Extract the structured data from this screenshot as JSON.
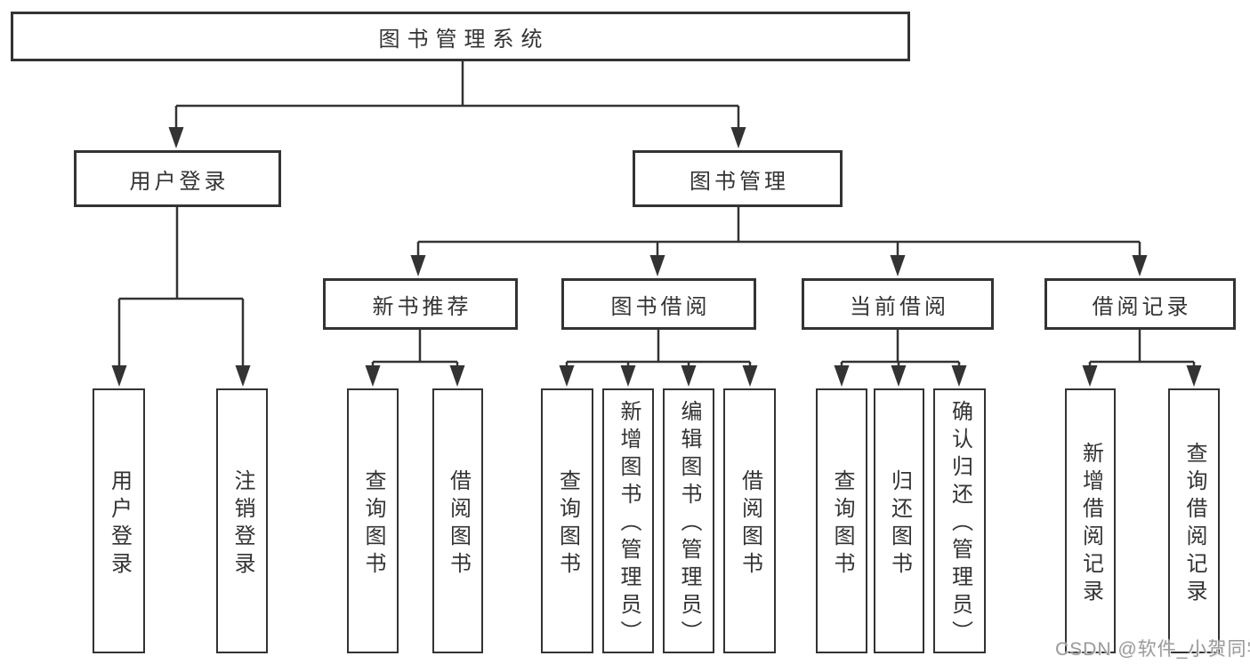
{
  "tree": {
    "root": {
      "label": "图书管理系统"
    },
    "branches": [
      {
        "label": "用户登录",
        "children": [
          {
            "label": "用户登录"
          },
          {
            "label": "注销登录"
          }
        ]
      },
      {
        "label": "图书管理",
        "children": [
          {
            "label": "新书推荐",
            "children": [
              {
                "label": "查询图书"
              },
              {
                "label": "借阅图书"
              }
            ]
          },
          {
            "label": "图书借阅",
            "children": [
              {
                "label": "查询图书"
              },
              {
                "label": "新增图书（管理员）"
              },
              {
                "label": "编辑图书（管理员）"
              },
              {
                "label": "借阅图书"
              }
            ]
          },
          {
            "label": "当前借阅",
            "children": [
              {
                "label": "查询图书"
              },
              {
                "label": "归还图书"
              },
              {
                "label": "确认归还（管理员）"
              }
            ]
          },
          {
            "label": "借阅记录",
            "children": [
              {
                "label": "新增借阅记录"
              },
              {
                "label": "查询借阅记录"
              }
            ]
          }
        ]
      }
    ]
  },
  "watermark": {
    "text": "CSDN @软件_小贺同学"
  },
  "colors": {
    "line": "#333333",
    "box_border": "#333333",
    "text": "#333333",
    "watermark_text": "#9b9b9b",
    "background": "#ffffff"
  }
}
